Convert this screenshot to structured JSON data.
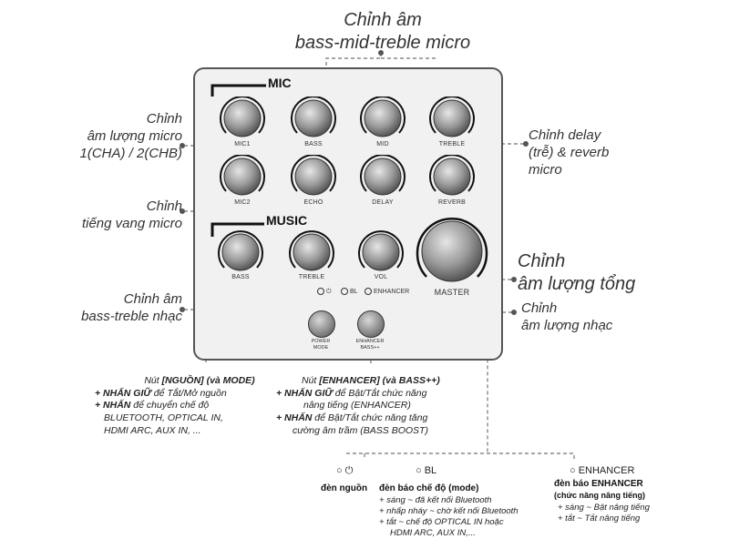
{
  "callouts": {
    "top": [
      "Chỉnh âm",
      "bass-mid-treble micro"
    ],
    "mic_volume": [
      "Chỉnh",
      "âm lượng micro",
      "1(CHA) / 2(CHB)"
    ],
    "echo": [
      "Chỉnh",
      "tiếng vang micro"
    ],
    "music_bass_treble": [
      "Chỉnh âm",
      "bass-treble nhạc"
    ],
    "delay_reverb": [
      "Chỉnh delay",
      "(trễ) & reverb",
      "micro"
    ],
    "master": [
      "Chỉnh",
      "âm lượng tổng"
    ],
    "music_volume": [
      "Chỉnh",
      "âm lượng nhạc"
    ]
  },
  "panel": {
    "mic_section": "MIC",
    "music_section": "MUSIC",
    "knobs": {
      "mic1": "MIC1",
      "bass": "BASS",
      "mid": "MID",
      "treble": "TREBLE",
      "mic2": "MIC2",
      "echo": "ECHO",
      "delay": "DELAY",
      "reverb": "REVERB",
      "music_bass": "BASS",
      "music_treble": "TREBLE",
      "vol": "VOL",
      "master": "MASTER"
    },
    "indicators": [
      "⏻",
      "BL",
      "ENHANCER"
    ],
    "buttons": {
      "power": [
        "POWER",
        "MODE"
      ],
      "enhancer": [
        "ENHANCER",
        "BASS++"
      ]
    }
  },
  "power_desc": {
    "line1_pre": "Nút ",
    "line1_key": "[NGUỒN]",
    "line1_post": " (và MODE)",
    "l2_bold": "+ NHẤN GIỮ",
    "l2_rest": " để Tắt/Mở nguồn",
    "l3_bold": "+ NHẤN",
    "l3_rest": " để chuyển chế độ",
    "l4": "BLUETOOTH, OPTICAL IN,",
    "l5": "HDMI ARC, AUX IN, ..."
  },
  "enhancer_desc": {
    "line1_pre": "Nút ",
    "line1_key": "[ENHANCER]",
    "line1_post": " (và BASS++)",
    "l2_bold": "+ NHẤN GIỮ",
    "l2_rest": " để Bật/Tắt chức năng",
    "l3": "nâng tiếng (ENHANCER)",
    "l4_bold": "+ NHẤN",
    "l4_rest": " để Bật/Tắt chức năng tăng",
    "l5": "cường âm trầm (BASS BOOST)"
  },
  "legend": {
    "power": {
      "symbol": "○ ⏻",
      "title": "đèn nguồn"
    },
    "bl": {
      "symbol": "○ BL",
      "title": "đèn báo chế độ (mode)",
      "lines": [
        "+ sáng ~ đã kết nối Bluetooth",
        "+ nhấp nháy ~ chờ kết nối Bluetooth",
        "+ tắt ~ chế độ OPTICAL IN hoặc",
        "HDMI ARC, AUX IN,..."
      ]
    },
    "enhancer": {
      "symbol": "○ ENHANCER",
      "title": "đèn báo ENHANCER",
      "subtitle": "(chức năng nâng tiếng)",
      "lines": [
        "+ sáng ~ Bật nâng tiếng",
        "+ tắt ~ Tắt nâng tiếng"
      ]
    }
  }
}
